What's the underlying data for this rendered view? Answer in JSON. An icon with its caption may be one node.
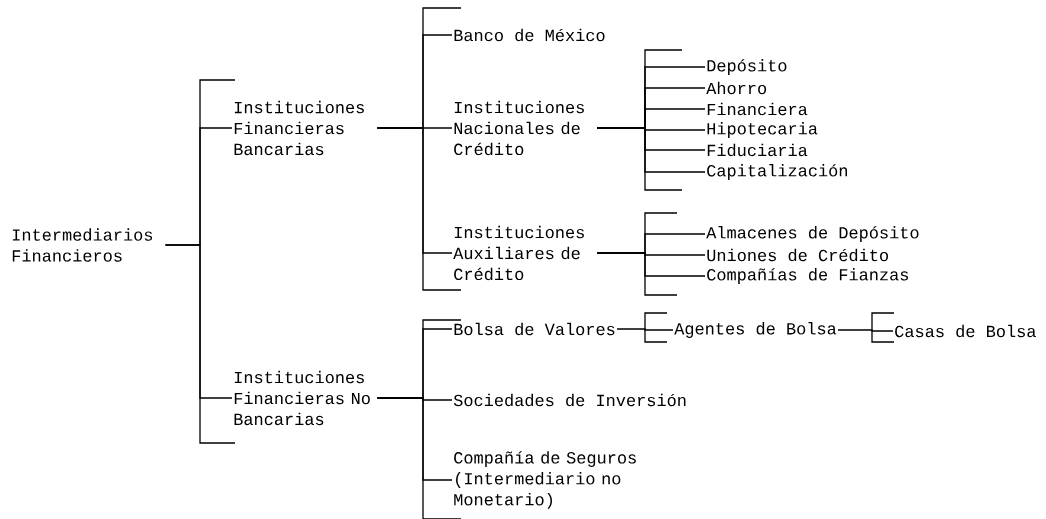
{
  "diagram": {
    "nodes": [
      {
        "text": [
          "Intermediarios Financieros"
        ]
      },
      {
        "text": [
          "Instituciones Financieras Bancarias"
        ]
      },
      {
        "text": [
          "Instituciones Financieras No Bancarias"
        ]
      },
      {
        "text": [
          "Banco de México"
        ]
      },
      {
        "text": [
          "Instituciones Nacionales de Crédito"
        ]
      },
      {
        "text": [
          "Depósito"
        ]
      },
      {
        "text": [
          "Ahorro"
        ]
      },
      {
        "text": [
          "Financiera"
        ]
      },
      {
        "text": [
          "Hipotecaria"
        ]
      },
      {
        "text": [
          "Fiduciaria"
        ]
      },
      {
        "text": [
          "Capitalización"
        ]
      },
      {
        "text": [
          "Instituciones Auxiliares de Crédito"
        ]
      },
      {
        "text": [
          "Almacenes de Depósito"
        ]
      },
      {
        "text": [
          "Uniones de Crédito"
        ]
      },
      {
        "text": [
          "Compañías de Fianzas"
        ]
      },
      {
        "text": [
          "Bolsa de Valores"
        ]
      },
      {
        "text": [
          "Agentes de Bolsa"
        ]
      },
      {
        "text": [
          "Casas de Bolsa"
        ]
      },
      {
        "text": [
          "Sociedades de Inversión"
        ]
      },
      {
        "text": [
          "Compañía de Seguros (Intermediario no Monetario)"
        ]
      }
    ],
    "edges": [
      {
        "from": 0,
        "to": 1,
        "arrow": "none"
      },
      {
        "from": 0,
        "to": 2,
        "arrow": "none"
      },
      {
        "from": 1,
        "to": 3,
        "arrow": "none"
      },
      {
        "from": 1,
        "to": 4,
        "arrow": "none"
      },
      {
        "from": 1,
        "to": 11,
        "arrow": "none"
      },
      {
        "from": 4,
        "to": 5,
        "arrow": "none"
      },
      {
        "from": 4,
        "to": 6,
        "arrow": "none"
      },
      {
        "from": 4,
        "to": 7,
        "arrow": "none"
      },
      {
        "from": 4,
        "to": 8,
        "arrow": "none"
      },
      {
        "from": 4,
        "to": 9,
        "arrow": "none"
      },
      {
        "from": 4,
        "to": 10,
        "arrow": "none"
      },
      {
        "from": 11,
        "to": 12,
        "arrow": "none"
      },
      {
        "from": 11,
        "to": 13,
        "arrow": "none"
      },
      {
        "from": 11,
        "to": 14,
        "arrow": "none"
      },
      {
        "from": 2,
        "to": 15,
        "arrow": "none"
      },
      {
        "from": 2,
        "to": 18,
        "arrow": "none"
      },
      {
        "from": 2,
        "to": 19,
        "arrow": "none"
      },
      {
        "from": 15,
        "to": 16,
        "arrow": "none"
      },
      {
        "from": 16,
        "to": 17,
        "arrow": "none"
      }
    ]
  }
}
